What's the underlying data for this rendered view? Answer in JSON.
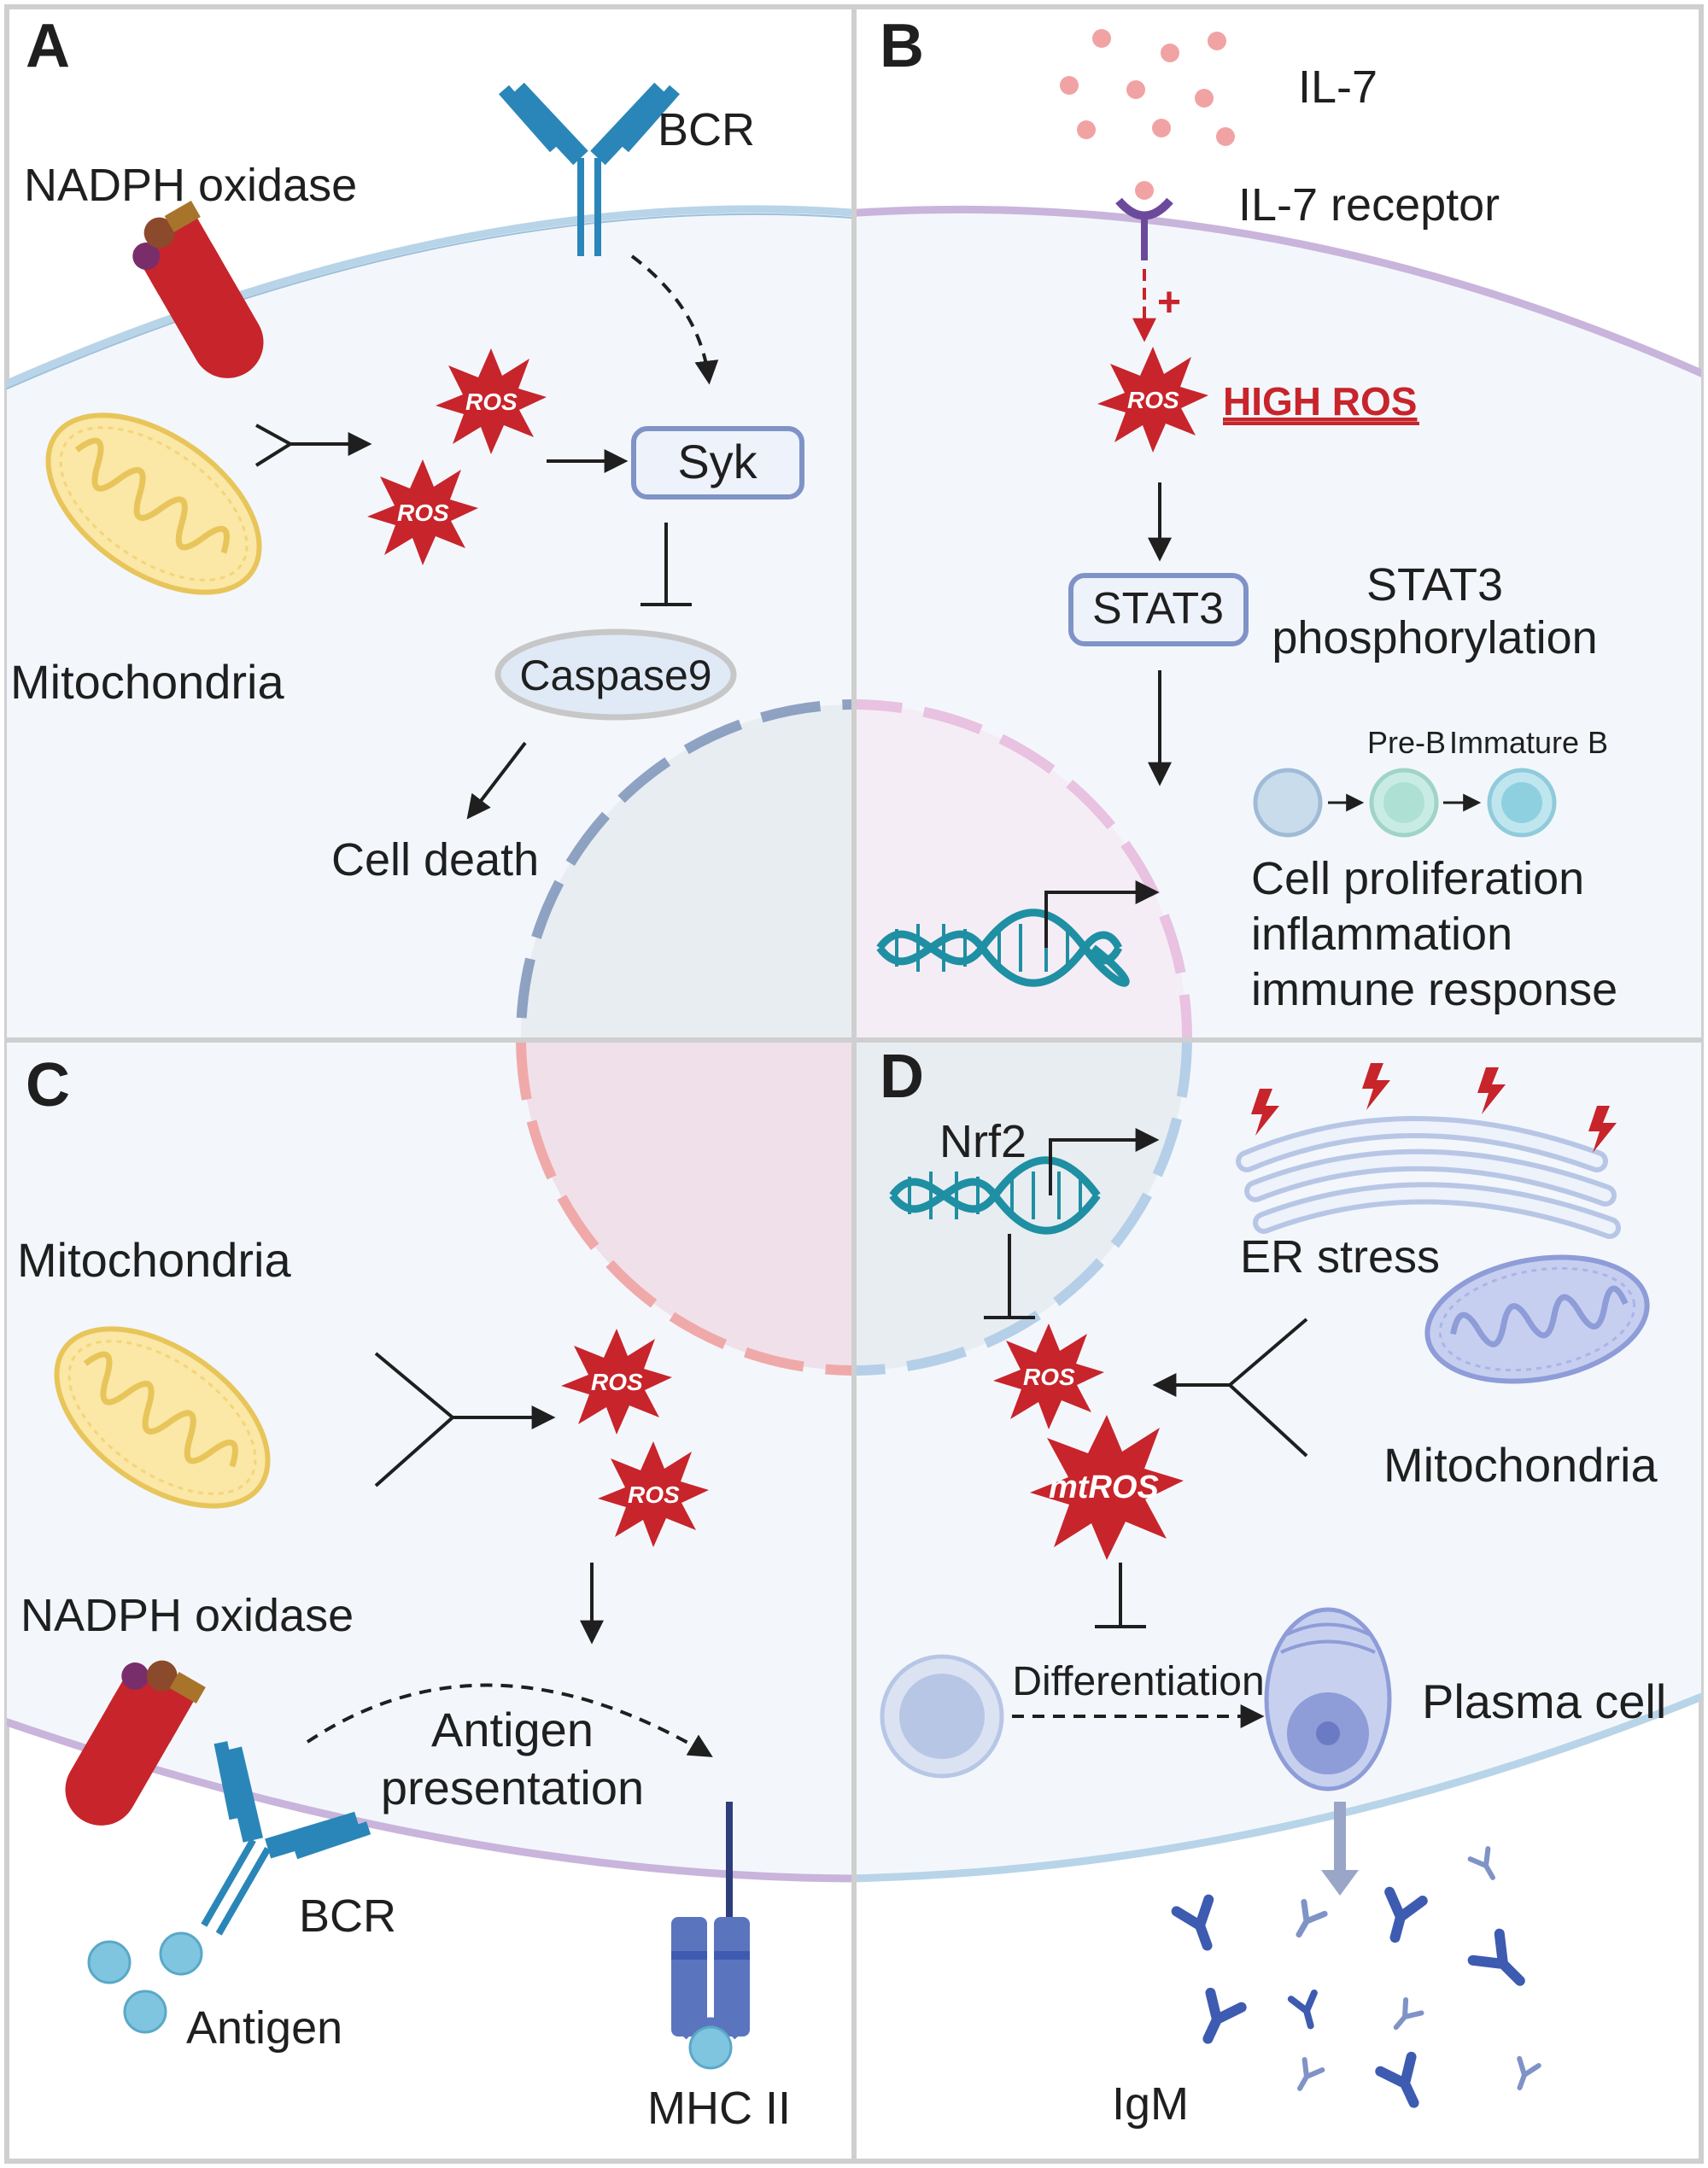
{
  "panels": {
    "a": {
      "letter": "A",
      "nadph": "NADPH oxidase",
      "bcr": "BCR",
      "mito": "Mitochondria",
      "ros1": "ROS",
      "ros2": "ROS",
      "syk": "Syk",
      "caspase": "Caspase9",
      "death": "Cell death"
    },
    "b": {
      "letter": "B",
      "il7": "IL-7",
      "il7r": "IL-7 receptor",
      "plus": "+",
      "ros": "ROS",
      "high_ros": "HIGH ROS",
      "stat3": "STAT3",
      "stat3_phos_1": "STAT3",
      "stat3_phos_2": "phosphorylation",
      "preb": "Pre-B",
      "immatureb": "Immature B",
      "outcome_1": "Cell proliferation",
      "outcome_2": "inflammation",
      "outcome_3": "immune response"
    },
    "c": {
      "letter": "C",
      "mito": "Mitochondria",
      "ros1": "ROS",
      "ros2": "ROS",
      "nadph": "NADPH oxidase",
      "antigen_pres_1": "Antigen",
      "antigen_pres_2": "presentation",
      "bcr": "BCR",
      "antigen": "Antigen",
      "mhc": "MHC II"
    },
    "d": {
      "letter": "D",
      "nrf2": "Nrf2",
      "er_stress": "ER stress",
      "ros": "ROS",
      "mtros": "mtROS",
      "mito": "Mitochondria",
      "differentiation": "Differentiation",
      "plasma": "Plasma cell",
      "igm": "IgM"
    }
  },
  "colors": {
    "ros": "#c8242b",
    "high_ros": "#c8242b",
    "box_stroke": "#7f93c7",
    "box_fill": "#eef2fb",
    "dna": "#1f8fa3",
    "antibody_blue": "#3d5bb0",
    "bcr_blue": "#2a86b8"
  }
}
